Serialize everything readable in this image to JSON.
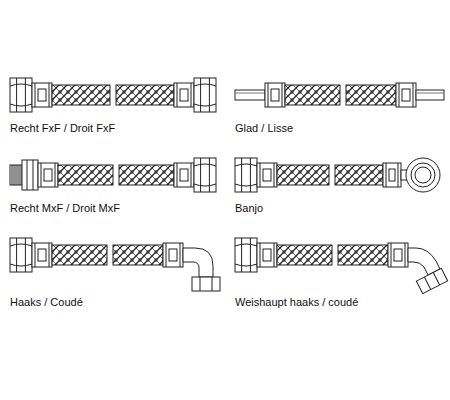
{
  "diagram": {
    "labels": [
      "Recht FxF / Droit FxF",
      "Glad / Lisse",
      "Recht MxF / Droit MxF",
      "Banjo",
      "Haaks / Coudé",
      "Weishaupt haaks / coudé"
    ]
  }
}
